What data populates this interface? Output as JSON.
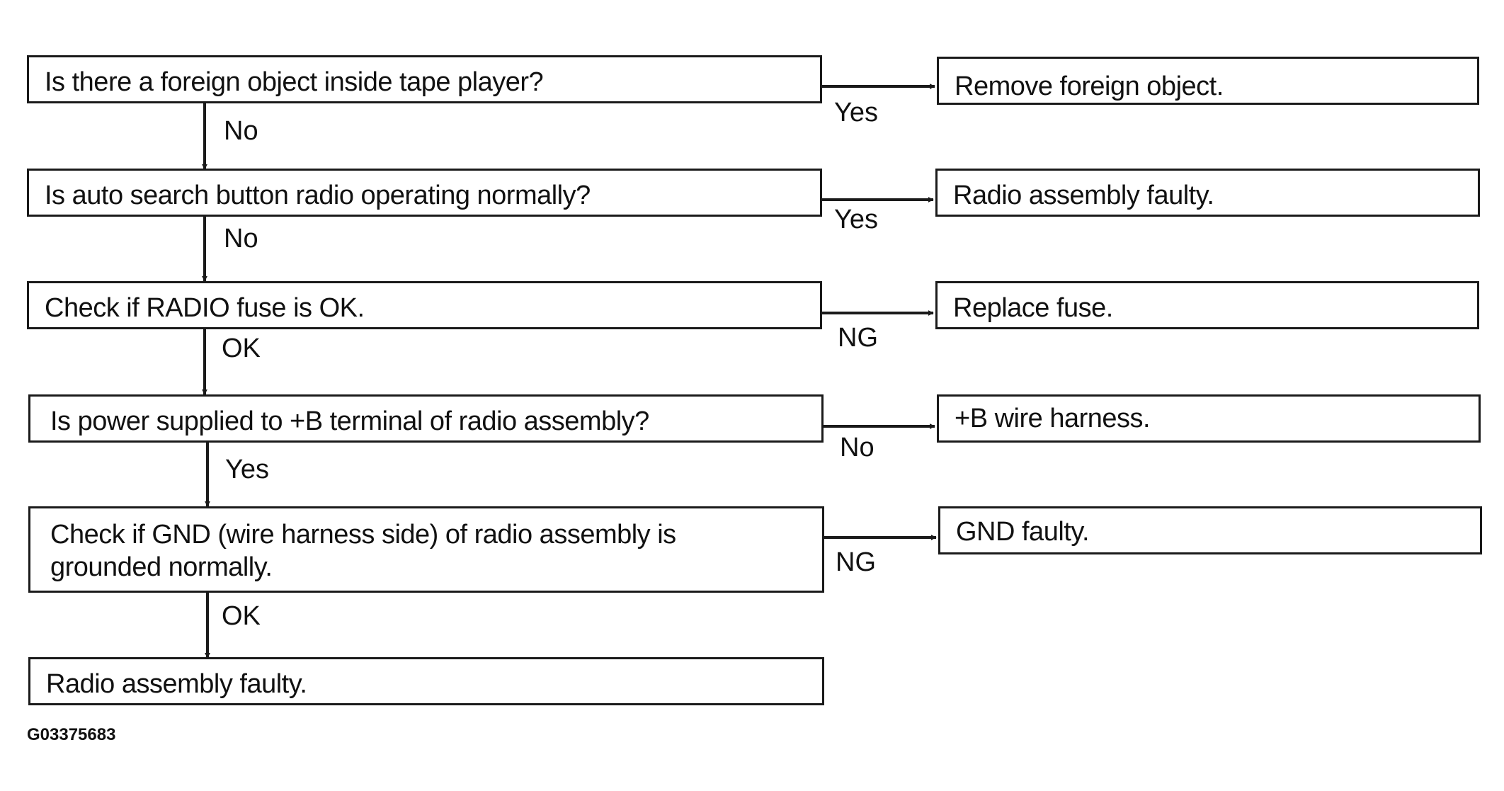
{
  "flowchart": {
    "steps": [
      {
        "question": "Is there a foreign object inside tape player?",
        "branch_label": "Yes",
        "result": "Remove foreign object.",
        "down_label": "No"
      },
      {
        "question": "Is auto search button radio operating normally?",
        "branch_label": "Yes",
        "result": "Radio assembly faulty.",
        "down_label": "No"
      },
      {
        "question": "Check if RADIO fuse is OK.",
        "branch_label": "NG",
        "result": "Replace fuse.",
        "down_label": "OK"
      },
      {
        "question": "Is power supplied to +B terminal of radio assembly?",
        "branch_label": "No",
        "result": "+B wire harness.",
        "down_label": "Yes"
      },
      {
        "question": "Check if GND (wire harness side) of radio assembly is\ngrounded normally.",
        "branch_label": "NG",
        "result": "GND faulty.",
        "down_label": "OK"
      }
    ],
    "final_result": "Radio assembly faulty.",
    "figure_code": "G03375683"
  }
}
